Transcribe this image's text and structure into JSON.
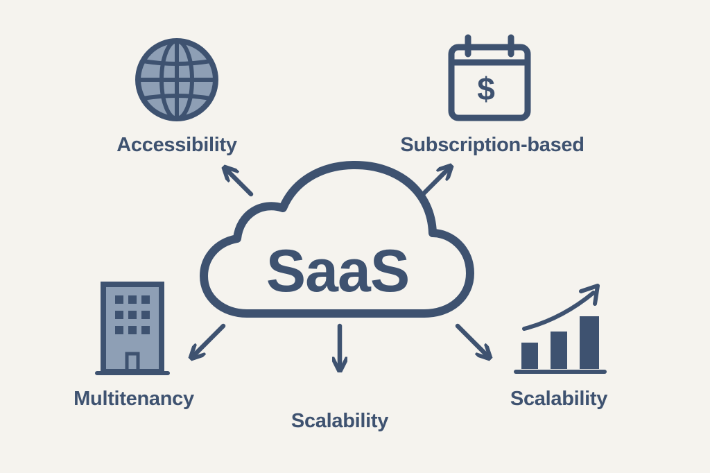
{
  "colors": {
    "background": "#f5f3ee",
    "primary": "#3e5270",
    "icon_fill": "#8e9fb5"
  },
  "center": {
    "label": "SaaS",
    "icon": "cloud-icon"
  },
  "nodes": [
    {
      "id": "accessibility",
      "label": "Accessibility",
      "icon": "globe-icon"
    },
    {
      "id": "subscription",
      "label": "Subscription-based",
      "icon": "calendar-dollar-icon"
    },
    {
      "id": "multitenancy",
      "label": "Multitenancy",
      "icon": "building-icon"
    },
    {
      "id": "scalability-bottom",
      "label": "Scalability",
      "icon": ""
    },
    {
      "id": "scalability-right",
      "label": "Scalability",
      "icon": "bar-chart-growth-icon"
    }
  ]
}
